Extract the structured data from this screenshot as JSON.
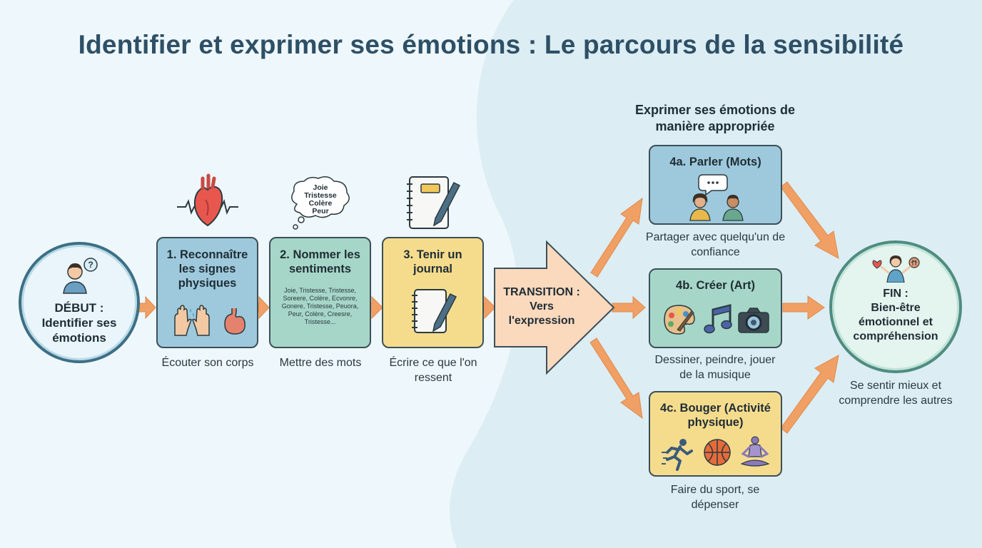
{
  "title": "Identifier et exprimer ses émotions : Le parcours de la sensibilité",
  "start": {
    "label": "DÉBUT :",
    "text": "Identifier ses émotions"
  },
  "steps": [
    {
      "title": "1. Reconnaître les signes physiques",
      "caption": "Écouter son corps"
    },
    {
      "title": "2. Nommer les sentiments",
      "caption": "Mettre des mots",
      "feelings_text": "Joie, Tristesse, Tristesse, Sorеere, Colère, Ecvonre, Gonere, Tristesse, Peuora, Peur, Colère, Creesre, Tristesse...",
      "bubble_words": [
        "Joie",
        "Tristesse",
        "Colère",
        "Peur"
      ]
    },
    {
      "title": "3. Tenir un journal",
      "caption": "Écrire ce que l'on ressent"
    }
  ],
  "transition": {
    "label": "TRANSITION :",
    "text": "Vers l'expression"
  },
  "expression": {
    "heading": "Exprimer ses émotions de manière appropriée",
    "options": [
      {
        "title": "4a. Parler (Mots)",
        "caption": "Partager avec quelqu'un de confiance"
      },
      {
        "title": "4b. Créer (Art)",
        "caption": "Dessiner, peindre, jouer de la musique"
      },
      {
        "title": "4c. Bouger (Activité physique)",
        "caption": "Faire du sport, se dépenser"
      }
    ]
  },
  "end": {
    "label": "FIN :",
    "text": "Bien-être émotionnel et compréhension",
    "caption": "Se sentir mieux et comprendre les autres"
  },
  "icons": [
    "person-question-icon",
    "heart-icon",
    "hands-icon",
    "stomach-icon",
    "thought-bubble-icon",
    "notebook-icon",
    "speech-bubble-icon",
    "people-talking-icon",
    "palette-icon",
    "music-note-icon",
    "camera-icon",
    "runner-icon",
    "basketball-icon",
    "meditation-icon",
    "happy-person-icon"
  ],
  "colors": {
    "title": "#2e5066",
    "arrow": "#f0a064",
    "blue_box": "#9ec9dc",
    "green_box": "#a6d6c7",
    "yellow_box": "#f5dc8d",
    "transition": "#fbd9bd"
  }
}
